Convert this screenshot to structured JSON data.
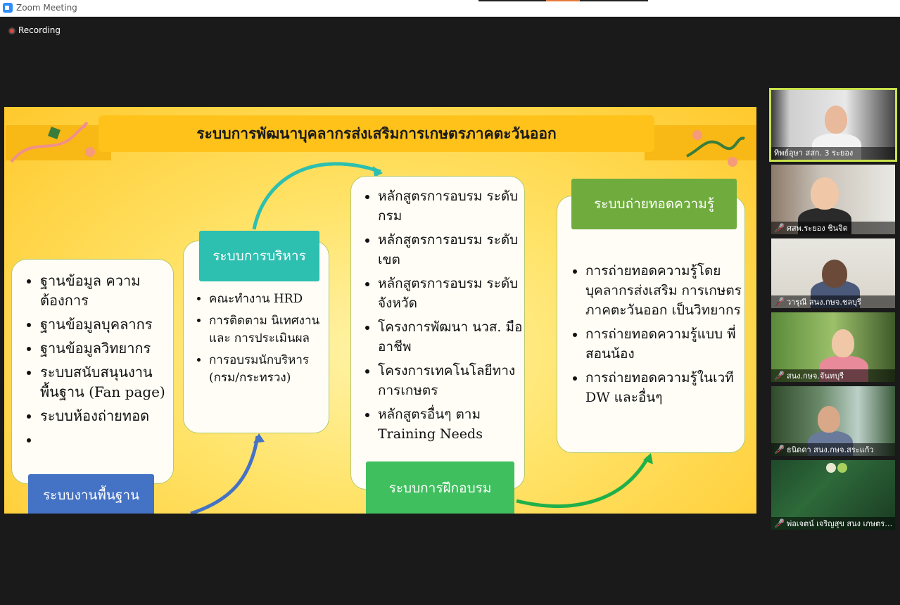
{
  "window": {
    "title": "Zoom Meeting"
  },
  "recording": {
    "label": "Recording"
  },
  "slide": {
    "title": "ระบบการพัฒนาบุคลากรส่งเสริมการเกษตรภาคตะวันออก",
    "basic": {
      "header": "ระบบงานพื้นฐาน",
      "items": [
        "ฐานข้อมูล ความต้องการ",
        "ฐานข้อมูลบุคลากร",
        "ฐานข้อมูลวิทยากร",
        "ระบบสนับสนุนงาน พื้นฐาน (Fan page)",
        "ระบบห้องถ่ายทอด",
        ""
      ]
    },
    "management": {
      "header": "ระบบการบริหาร",
      "items": [
        "คณะทำงาน HRD",
        "การติดตาม นิเทศงานและ การประเมินผล",
        "การอบรมนักบริหาร (กรม/กระทรวง)"
      ]
    },
    "training": {
      "header": "ระบบการฝึกอบรม",
      "items": [
        "หลักสูตรการอบรม ระดับกรม",
        "หลักสูตรการอบรม ระดับเขต",
        "หลักสูตรการอบรม ระดับจังหวัด",
        "โครงการพัฒนา นวส. มืออาชีพ",
        "โครงการเทคโนโลยีทาง การเกษตร",
        "หลักสูตรอื่นๆ ตาม Training Needs"
      ]
    },
    "knowledge": {
      "header": "ระบบถ่ายทอดความรู้",
      "items": [
        "การถ่ายทอดความรู้โดย บุคลากรส่งเสริม การเกษตรภาคตะวันออก เป็นวิทยากร",
        "การถ่ายทอดความรู้แบบ พี่สอนน้อง",
        "การถ่ายทอดความรู้ในเวที DW และอื่นๆ"
      ]
    }
  },
  "participants": [
    {
      "name": "ทิพย์อุษา สสก. 3 ระยอง",
      "muted": false,
      "active": true
    },
    {
      "name": "ศสพ.ระยอง ชินจิต",
      "muted": true,
      "active": false
    },
    {
      "name": "วารุณี สนง.กษจ.ชลบุรี",
      "muted": true,
      "active": false
    },
    {
      "name": "สนง.กษจ.จันทบุรี",
      "muted": true,
      "active": false
    },
    {
      "name": "ธนิดดา สนง.กษจ.สระแก้ว",
      "muted": true,
      "active": false
    },
    {
      "name": "พ่อเจตน์ เจริญสุข สนง เกษตรจังหวัดระยอง",
      "muted": true,
      "active": false
    }
  ],
  "colors": {
    "basic": "#4472c4",
    "management": "#2dbfb0",
    "training": "#3fbf5e",
    "knowledge": "#6fac3d",
    "active_border": "#c8e04a"
  }
}
